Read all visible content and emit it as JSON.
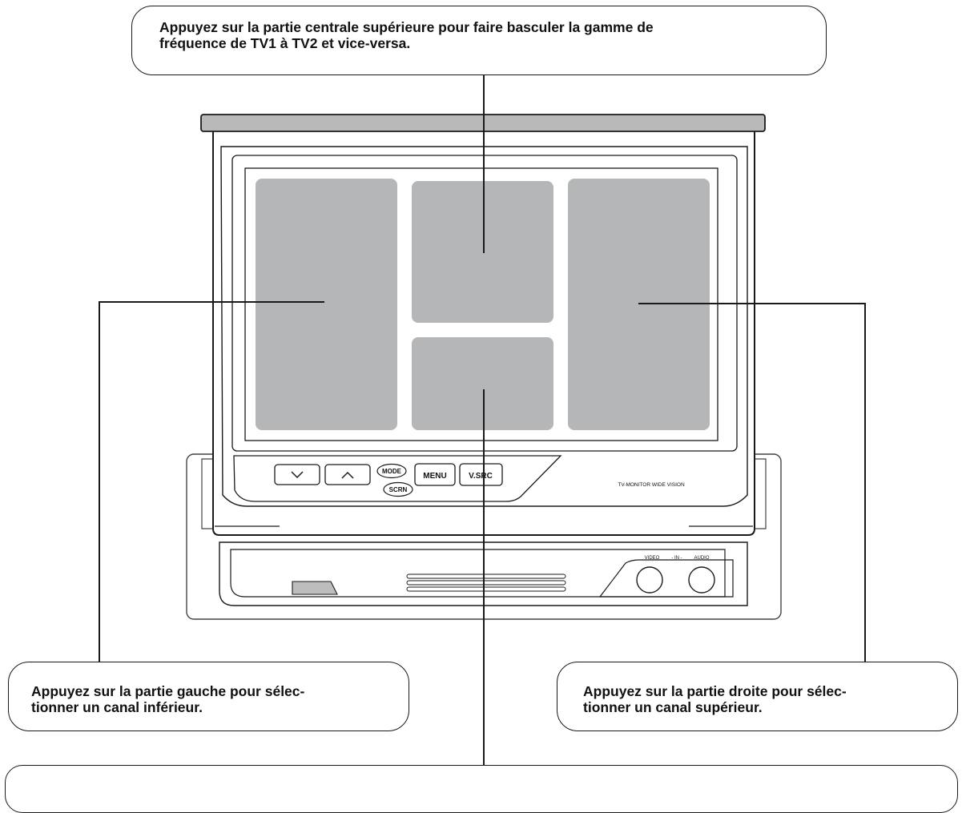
{
  "callouts": {
    "top": "Appuyez sur la partie centrale supérieure pour faire basculer la gamme de\nfréquence de TV1 à TV2 et vice-versa.",
    "left": "Appuyez sur la partie gauche pour sélec-\ntionner un canal inférieur.",
    "right": "Appuyez sur la partie droite pour sélec-\ntionner un canal supérieur."
  },
  "device": {
    "buttons": {
      "mode": "MODE",
      "scrn": "SCRN",
      "menu": "MENU",
      "vsrc": "V.SRC"
    },
    "model_label": "TV-MONITOR WIDE VISION",
    "input_labels": {
      "video": "VIDEO",
      "in": "- IN -",
      "audio": "AUDIO"
    }
  },
  "colors": {
    "touch_zone": "#b5b6b8",
    "top_bar": "#b9b9b9",
    "line": "#1a1a1a"
  }
}
